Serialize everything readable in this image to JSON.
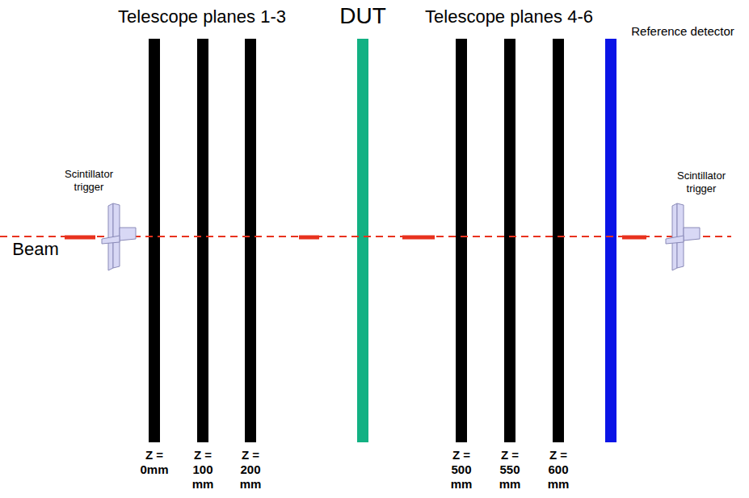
{
  "diagram": {
    "labels": [
      "Telescope planes 1-3",
      "DUT",
      "Telescope planes 4-6",
      "Reference detector",
      "Scintillator trigger",
      "Scintillator trigger",
      "Beam",
      "Z = 0mm",
      "Z = 100 mm",
      "Z = 200 mm",
      "Z = 500 mm",
      "Z = 550 mm",
      "Z = 600 mm"
    ]
  }
}
